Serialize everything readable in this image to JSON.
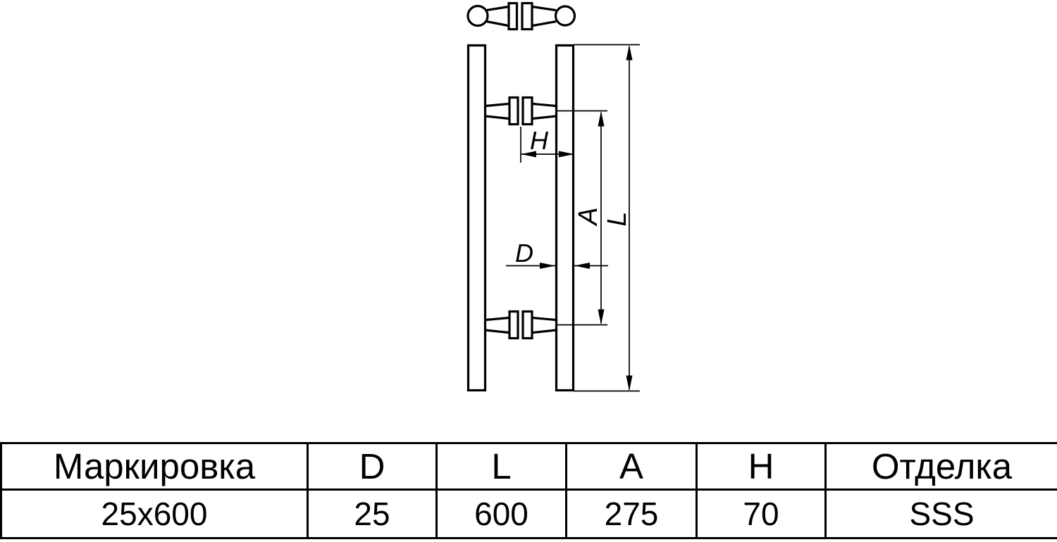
{
  "drawing": {
    "title": "door-pull-handle-technical-drawing",
    "dimension_labels": {
      "H": "H",
      "A": "A",
      "L": "L",
      "D": "D"
    }
  },
  "table": {
    "headers": [
      "Маркировка",
      "D",
      "L",
      "A",
      "H",
      "Отделка"
    ],
    "rows": [
      [
        "25x600",
        "25",
        "600",
        "275",
        "70",
        "SSS"
      ]
    ]
  },
  "colors": {
    "line": "#000000",
    "background": "#ffffff"
  }
}
